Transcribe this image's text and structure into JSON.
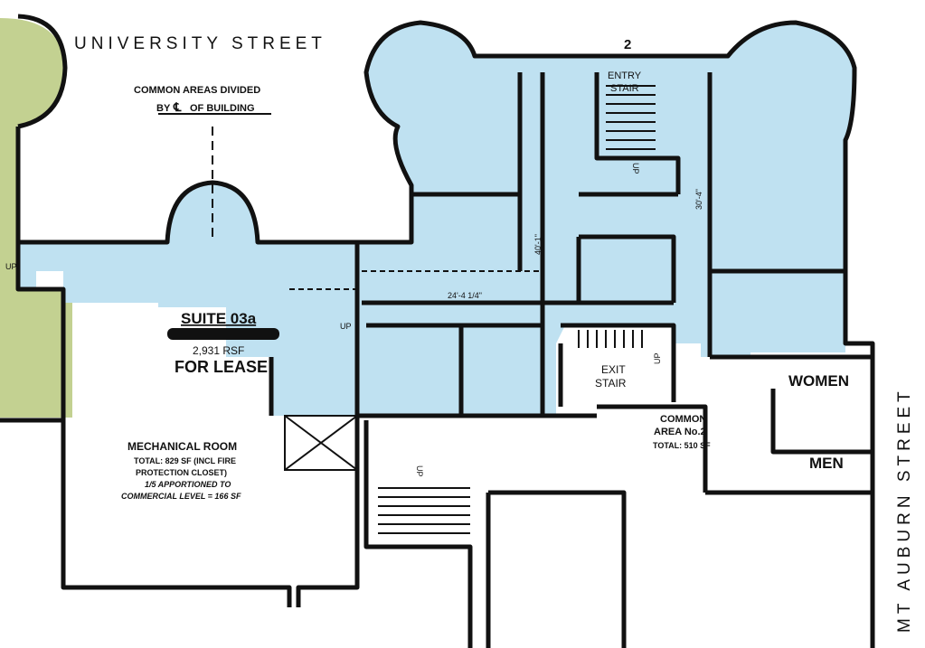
{
  "streets": {
    "north": "UNIVERSITY  STREET",
    "east": "MT  AUBURN  STREET",
    "grid_mark": "2"
  },
  "notes": {
    "common_line1": "COMMON AREAS DIVIDED",
    "common_line2_prefix": "BY",
    "common_line2_symbol": "℄",
    "common_line2_suffix": "OF BUILDING"
  },
  "suite": {
    "name": "SUITE 03a",
    "area": "2,931 RSF",
    "status": "FOR LEASE"
  },
  "rooms": {
    "entry_stair_1": "ENTRY",
    "entry_stair_2": "STAIR",
    "exit_stair_1": "EXIT",
    "exit_stair_2": "STAIR",
    "women": "WOMEN",
    "men": "MEN",
    "common2_1": "COMMON",
    "common2_2": "AREA No.2",
    "common2_3": "TOTAL: 510 SF",
    "mech_1": "MECHANICAL ROOM",
    "mech_2": "TOTAL: 829 SF (INCL FIRE",
    "mech_3": "PROTECTION CLOSET)",
    "mech_4": "1/5 APPORTIONED TO",
    "mech_5": "COMMERCIAL LEVEL = 166 SF"
  },
  "dimensions": {
    "width_24": "24'-4 1/4\"",
    "height_40": "40'-1\"",
    "height_30": "30'-4\""
  },
  "markers": {
    "up": "UP"
  },
  "colors": {
    "suite_fill": "#bfe1f1",
    "adjacent_fill": "#c3d191",
    "wall": "#111111"
  }
}
